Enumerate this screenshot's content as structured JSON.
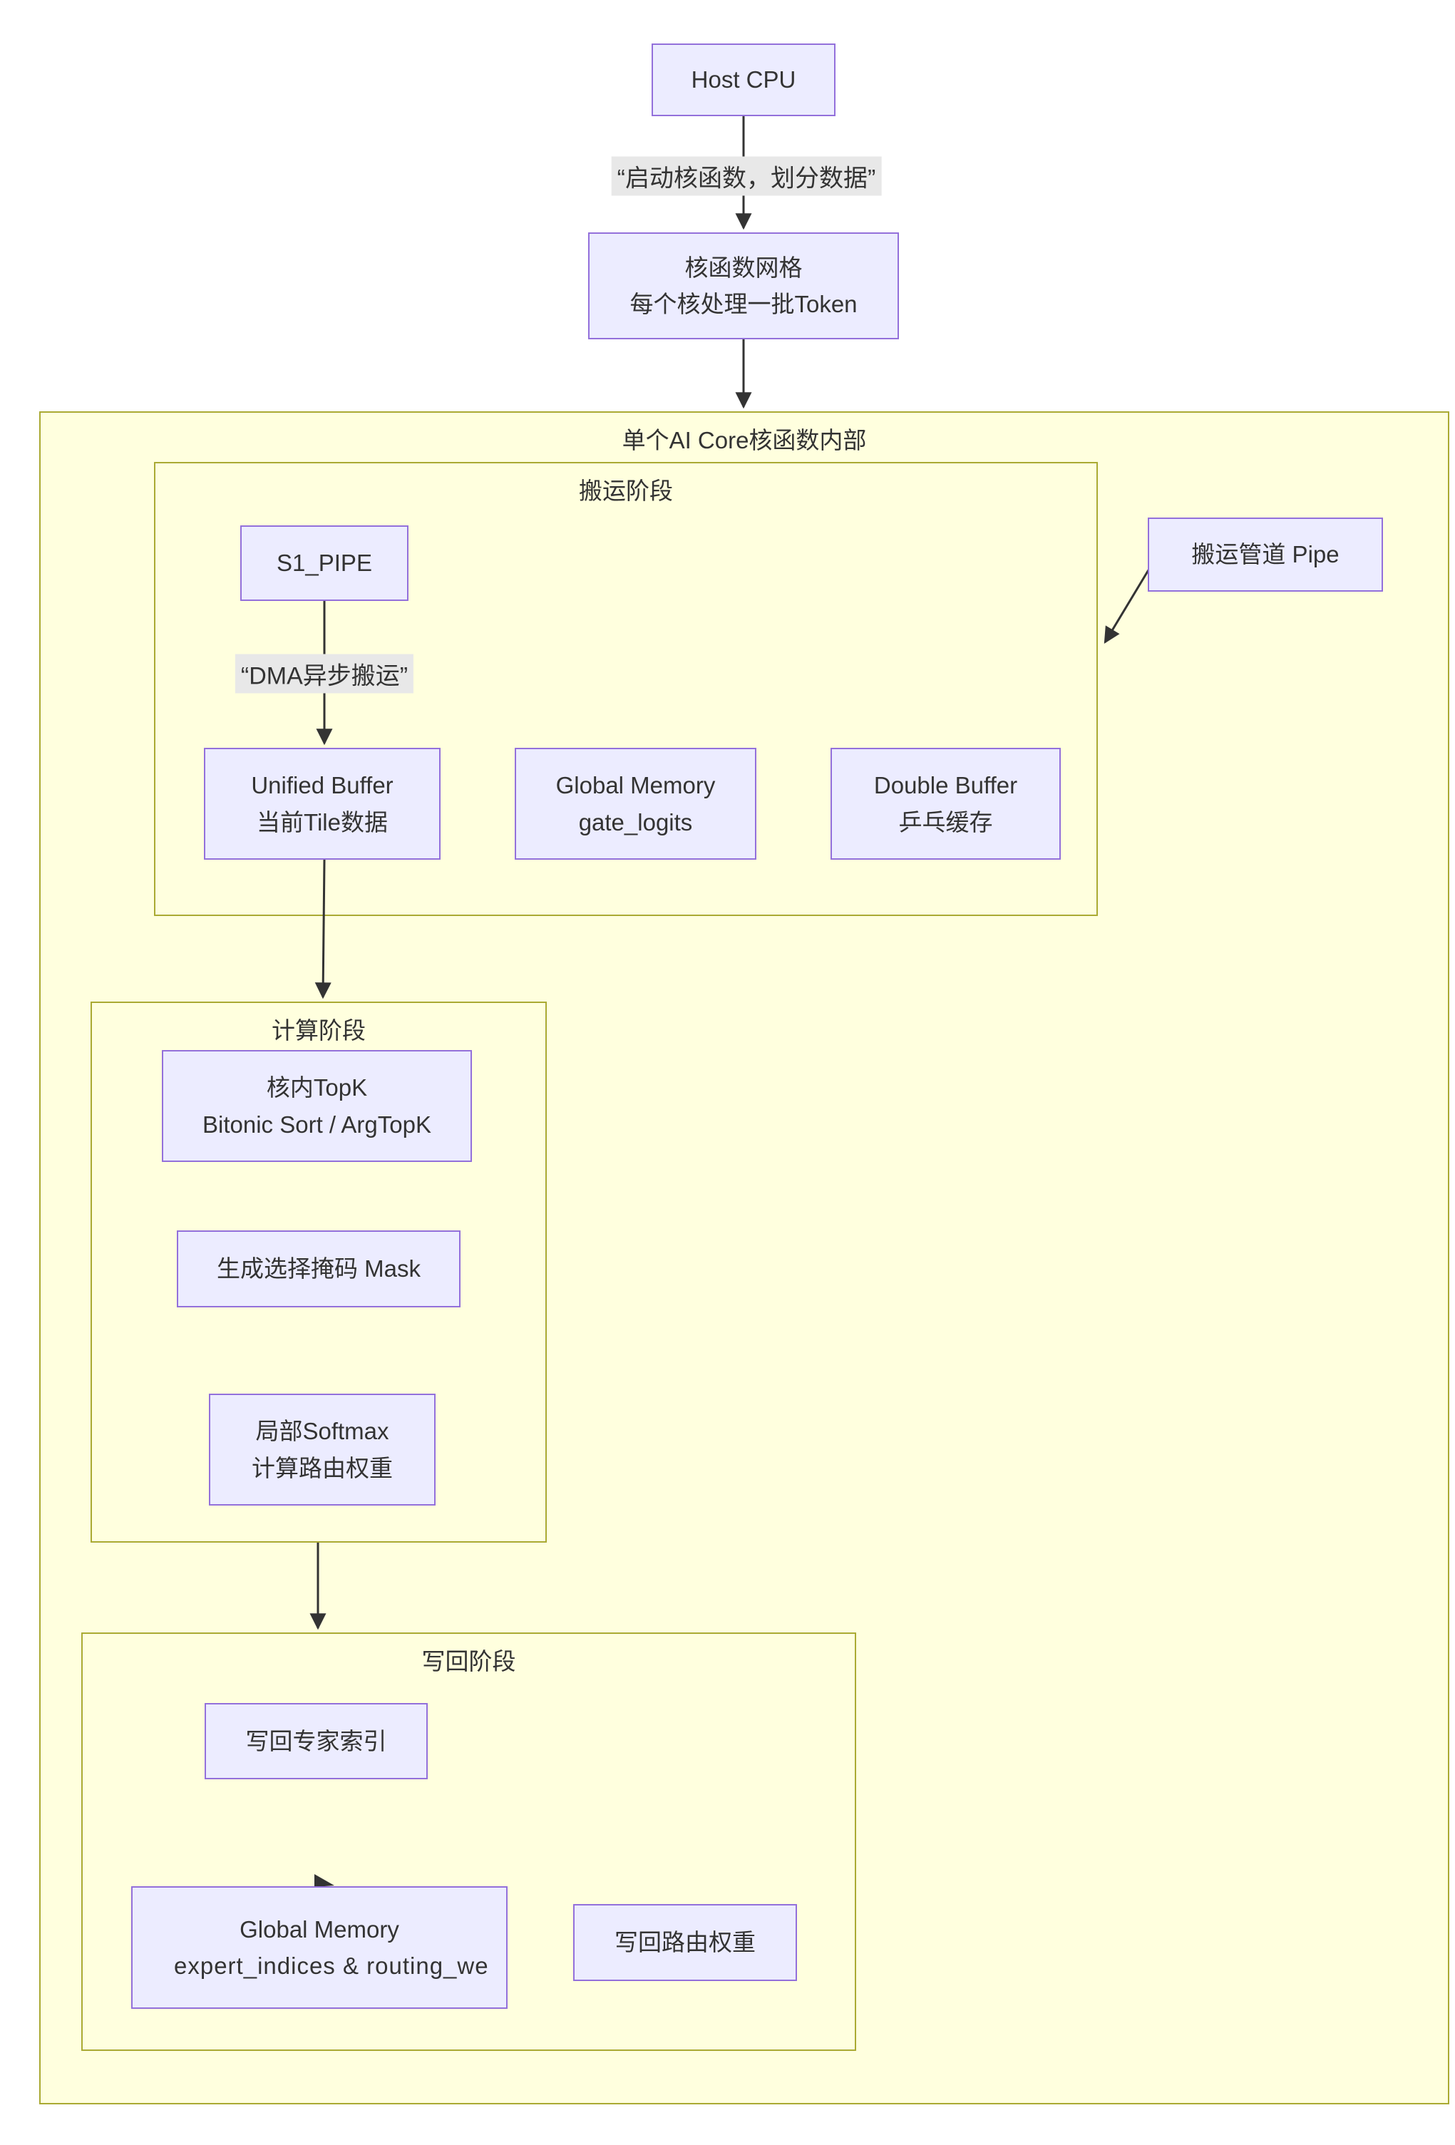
{
  "diagram": {
    "type": "flowchart",
    "clusters": {
      "ai_core": {
        "title": "单个AI Core核函数内部"
      },
      "move_stage": {
        "title": "搬运阶段"
      },
      "compute_stage": {
        "title": "计算阶段"
      },
      "write_stage": {
        "title": "写回阶段"
      }
    },
    "nodes": {
      "host_cpu": {
        "lines": [
          "Host CPU"
        ]
      },
      "kernel_grid": {
        "lines": [
          "核函数网格",
          "每个核处理一批Token"
        ]
      },
      "s1_pipe": {
        "lines": [
          "S1_PIPE"
        ]
      },
      "unified_buffer": {
        "lines": [
          "Unified Buffer",
          "当前Tile数据"
        ]
      },
      "global_memory_gate": {
        "lines": [
          "Global Memory",
          "gate_logits"
        ]
      },
      "double_buffer": {
        "lines": [
          "Double Buffer",
          "乒乓缓存"
        ]
      },
      "pipe": {
        "lines": [
          "搬运管道 Pipe"
        ]
      },
      "topk": {
        "lines": [
          "核内TopK",
          "Bitonic Sort / ArgTopK"
        ]
      },
      "mask": {
        "lines": [
          "生成选择掩码 Mask"
        ]
      },
      "softmax": {
        "lines": [
          "局部Softmax",
          "计算路由权重"
        ]
      },
      "write_expert_idx": {
        "lines": [
          "写回专家索引"
        ]
      },
      "global_memory_out": {
        "lines": [
          "Global Memory",
          "expert_indices & routing_we"
        ]
      },
      "write_routing_weights": {
        "lines": [
          "写回路由权重"
        ]
      }
    },
    "edge_labels": {
      "launch_kernel": "“启动核函数，划分数据”",
      "dma_async": "“DMA异步搬运”"
    },
    "colors": {
      "node_fill": "#ececff",
      "node_border": "#9370db",
      "cluster_fill": "#ffffde",
      "cluster_border": "#aaaa33",
      "edge": "#333333",
      "edge_label_bg": "#e8e8e8",
      "text": "#333333"
    }
  }
}
